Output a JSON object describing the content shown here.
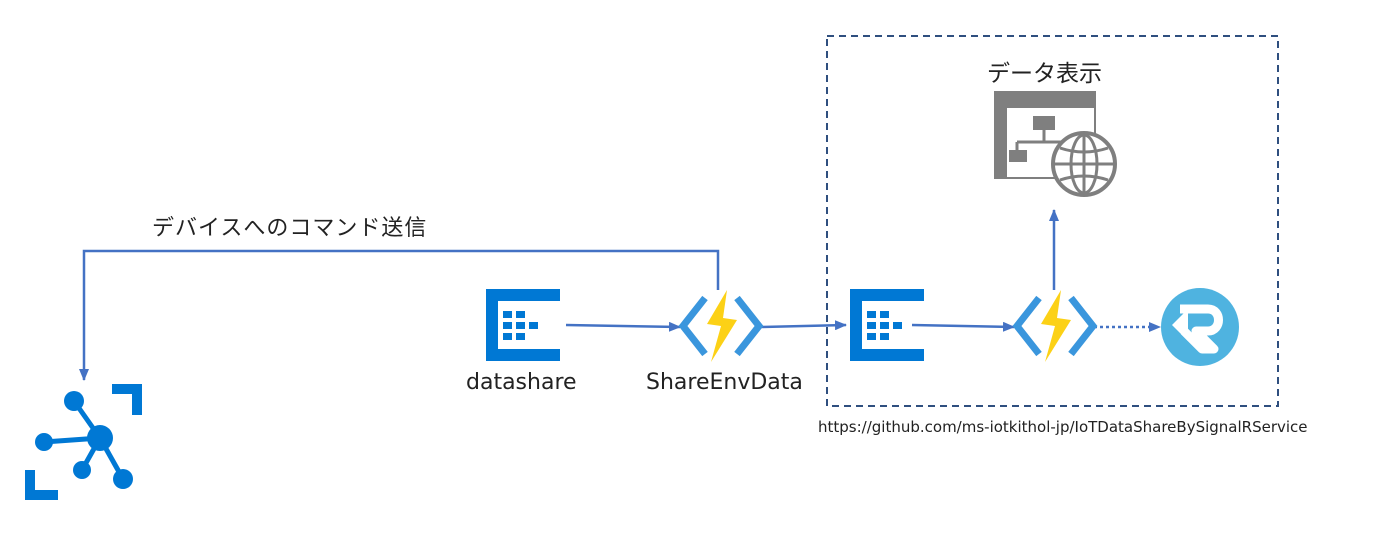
{
  "labels": {
    "command_send": "デバイスへのコマンド送信",
    "datashare": "datashare",
    "share_env_data": "ShareEnvData",
    "data_display": "データ表示",
    "repo_url": "https://github.com/ms-iotkithol-jp/IoTDataShareBySignalRService"
  },
  "colors": {
    "arrow": "#4472c4",
    "azure_blue": "#0078d4",
    "function_yellow": "#fcd116",
    "function_bracket": "#3a96dd",
    "web_gray": "#7f7f7f",
    "signalr_blue": "#4fb3e0",
    "boundary": "#2f4f7f"
  },
  "icons": {
    "iot_hub": "iot-hub-icon",
    "event_hub_1": "event-hub-icon",
    "function_1": "azure-function-icon",
    "event_hub_2": "event-hub-icon",
    "function_2": "azure-function-icon",
    "web_app": "web-app-icon",
    "signalr": "signalr-icon"
  }
}
